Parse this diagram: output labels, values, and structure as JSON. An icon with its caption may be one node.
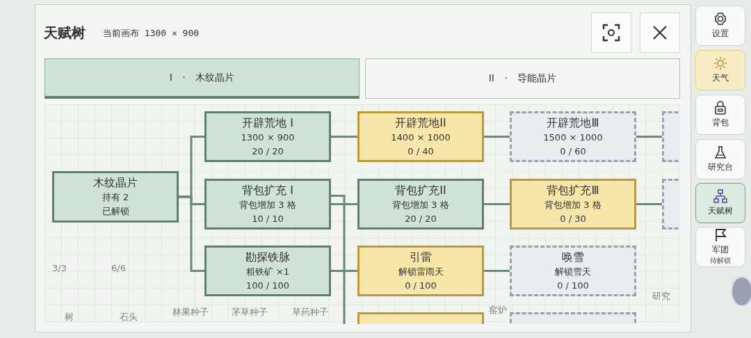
{
  "diagram": {
    "title": "天赋树",
    "nodes": [
      {
        "text": [
          "木纹晶片",
          "持有 2",
          "已解锁"
        ]
      },
      {
        "text": [
          "开辟荒地 I",
          "1300 × 900",
          "20 / 20"
        ]
      },
      {
        "text": [
          "背包扩充 I",
          "背包增加 3 格",
          "10 / 10"
        ]
      },
      {
        "text": [
          "勘探铁脉",
          "粗铁矿 ×1",
          "100 / 100"
        ]
      },
      {
        "text": [
          "开辟荒地II",
          "1400 × 1000",
          "0 / 40"
        ]
      },
      {
        "text": [
          "背包扩充II",
          "背包增加 3 格",
          "20 / 20"
        ]
      },
      {
        "text": [
          "引雷",
          "解锁雷雨天",
          "0 / 100"
        ]
      },
      {
        "text": [],
        "shape": "box"
      },
      {
        "text": [
          "开辟荒地Ⅲ",
          "1500 × 1000",
          "0 / 60"
        ]
      },
      {
        "text": [
          "背包扩充Ⅲ",
          "背包增加 3 格",
          "0 / 30"
        ]
      },
      {
        "text": [
          "唤雪",
          "解锁雪天",
          "0 / 100"
        ]
      },
      {
        "text": [],
        "shape": "box"
      },
      {
        "text": [],
        "shape": "box"
      },
      {
        "text": [],
        "shape": "box"
      }
    ],
    "edges": [
      {
        "from": 0,
        "to": 1,
        "arrow": "none"
      },
      {
        "from": 0,
        "to": 2,
        "arrow": "none"
      },
      {
        "from": 0,
        "to": 3,
        "arrow": "none"
      },
      {
        "from": 1,
        "to": 4,
        "arrow": "none"
      },
      {
        "from": 4,
        "to": 8,
        "arrow": "none"
      },
      {
        "from": 8,
        "to": 12,
        "arrow": "none"
      },
      {
        "from": 2,
        "to": 5,
        "arrow": "none"
      },
      {
        "from": 5,
        "to": 9,
        "arrow": "none"
      },
      {
        "from": 9,
        "to": 13,
        "arrow": "none"
      },
      {
        "from": 2,
        "to": 7,
        "arrow": "none"
      },
      {
        "from": 3,
        "to": 6,
        "arrow": "none"
      },
      {
        "from": 6,
        "to": 10,
        "arrow": "none"
      }
    ],
    "labels": [
      "当前画布 1300 × 900",
      "I · 木纹晶片",
      "II · 导能晶片",
      "设置",
      "天气",
      "背包",
      "研究台",
      "天赋树",
      "军团",
      "待解锁",
      "3/3",
      "树",
      "6/6",
      "石头",
      "林果种子",
      "茅草种子",
      "草药种子",
      "窑炉",
      "研究"
    ]
  }
}
